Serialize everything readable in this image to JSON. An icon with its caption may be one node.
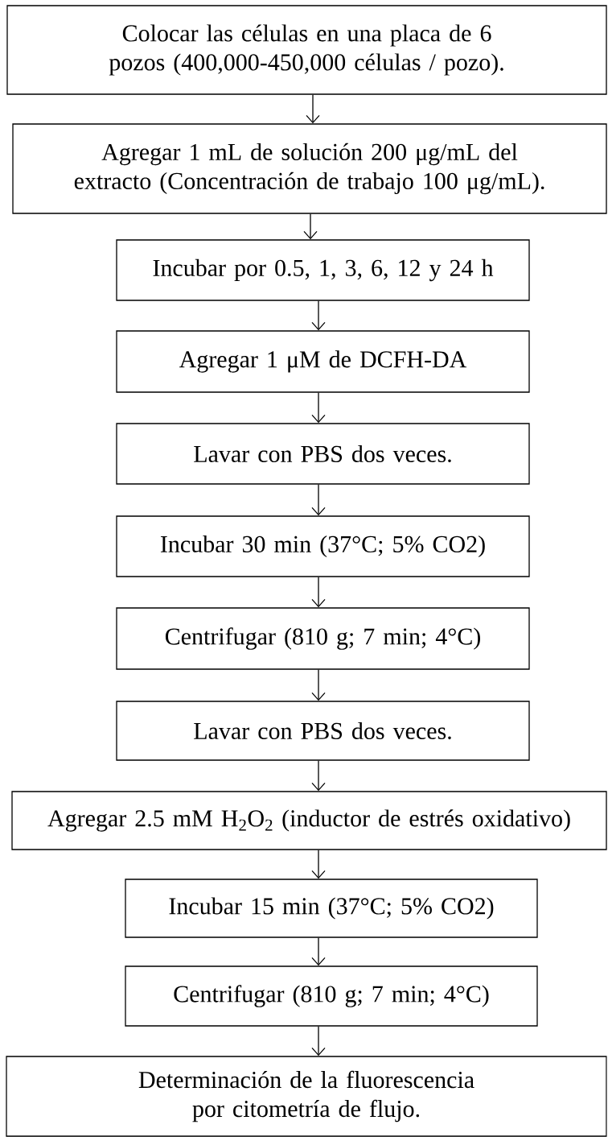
{
  "diagram": {
    "nodes": [
      {
        "text": [
          "Colocar las células en una placa de 6 pozos (400,000-450,000 células / pozo)."
        ]
      },
      {
        "text": [
          "Agregar 1 mL de solución 200 μg/mL del extracto (Concentración de trabajo 100 μg/mL)."
        ]
      },
      {
        "text": [
          "Incubar por 0.5, 1, 3, 6, 12 y 24 h"
        ]
      },
      {
        "text": [
          "Agregar 1 μM de DCFH-DA"
        ]
      },
      {
        "text": [
          "Lavar con PBS dos veces."
        ]
      },
      {
        "text": [
          "Incubar 30 min (37°C; 5% CO2)"
        ]
      },
      {
        "text": [
          "Centrifugar (810 g; 7 min; 4°C)"
        ]
      },
      {
        "text": [
          "Lavar con PBS dos veces."
        ]
      },
      {
        "text": [
          "Agregar 2.5 mM H$_{2}$O$_{2}$ (inductor de estrés oxidativo)"
        ]
      },
      {
        "text": [
          "Incubar 15 min (37°C; 5% CO2)"
        ]
      },
      {
        "text": [
          "Centrifugar (810 g; 7 min; 4°C)"
        ]
      },
      {
        "text": [
          "Determinación de la fluorescencia por citometría de flujo."
        ]
      }
    ],
    "edges": [
      {
        "from": 0,
        "to": 1,
        "arrow": "to"
      },
      {
        "from": 1,
        "to": 2,
        "arrow": "to"
      },
      {
        "from": 2,
        "to": 3,
        "arrow": "to"
      },
      {
        "from": 3,
        "to": 4,
        "arrow": "to"
      },
      {
        "from": 4,
        "to": 5,
        "arrow": "to"
      },
      {
        "from": 5,
        "to": 6,
        "arrow": "to"
      },
      {
        "from": 6,
        "to": 7,
        "arrow": "to"
      },
      {
        "from": 7,
        "to": 8,
        "arrow": "to"
      },
      {
        "from": 8,
        "to": 9,
        "arrow": "to"
      },
      {
        "from": 9,
        "to": 10,
        "arrow": "to"
      },
      {
        "from": 10,
        "to": 11,
        "arrow": "to"
      }
    ]
  }
}
